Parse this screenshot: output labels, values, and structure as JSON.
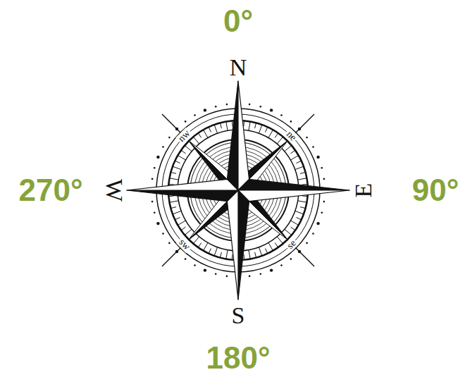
{
  "diagram": {
    "labels": [
      "0°",
      "N",
      "270°",
      "W",
      "E",
      "90°",
      "nw",
      "ne",
      "sw",
      "se",
      "S",
      "180°"
    ]
  }
}
